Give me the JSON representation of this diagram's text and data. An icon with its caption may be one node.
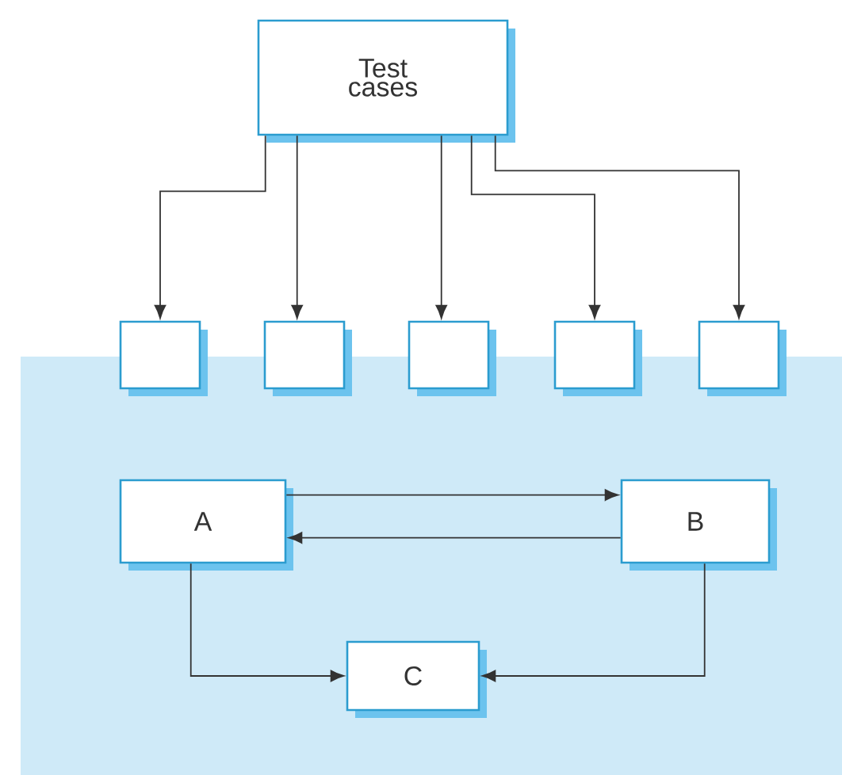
{
  "diagram": {
    "nodes": [
      {
        "text": [
          "Test cases"
        ]
      },
      {
        "text": [],
        "shape": "box"
      },
      {
        "text": [],
        "shape": "box"
      },
      {
        "text": [],
        "shape": "box"
      },
      {
        "text": [],
        "shape": "box"
      },
      {
        "text": [],
        "shape": "box"
      },
      {
        "text": [
          "A"
        ]
      },
      {
        "text": [
          "B"
        ]
      },
      {
        "text": [
          "C"
        ]
      }
    ],
    "edges": [
      {
        "from": 0,
        "to": 1,
        "arrow": "to"
      },
      {
        "from": 0,
        "to": 2,
        "arrow": "to"
      },
      {
        "from": 0,
        "to": 3,
        "arrow": "to"
      },
      {
        "from": 0,
        "to": 4,
        "arrow": "to"
      },
      {
        "from": 0,
        "to": 5,
        "arrow": "to"
      },
      {
        "from": 6,
        "to": 7,
        "arrow": "to"
      },
      {
        "from": 7,
        "to": 6,
        "arrow": "to"
      },
      {
        "from": 6,
        "to": 8,
        "arrow": "to"
      },
      {
        "from": 7,
        "to": 8,
        "arrow": "to"
      }
    ]
  }
}
